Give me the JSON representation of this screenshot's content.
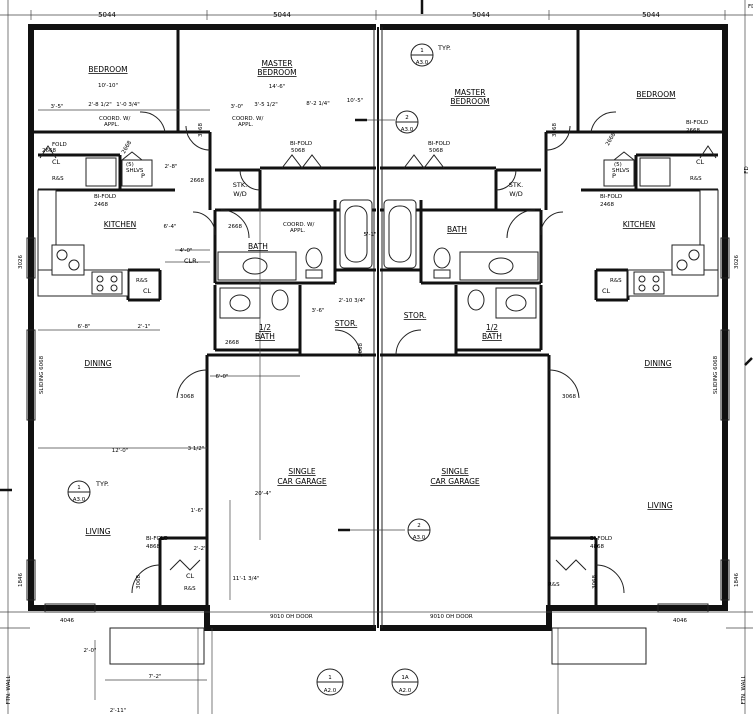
{
  "top_dims": [
    "5044",
    "5044",
    "5044",
    "5044"
  ],
  "rooms": {
    "bedroom_l": "BEDROOM",
    "master_l_1": "MASTER",
    "master_l_2": "BEDROOM",
    "master_r_1": "MASTER",
    "master_r_2": "BEDROOM",
    "bedroom_r": "BEDROOM",
    "kitchen_l": "KITCHEN",
    "kitchen_r": "KITCHEN",
    "bath_l": "BATH",
    "bath_r": "BATH",
    "half_bath_l_1": "1/2",
    "half_bath_l_2": "BATH",
    "half_bath_r_1": "1/2",
    "half_bath_r_2": "BATH",
    "stor_l": "STOR.",
    "stor_r": "STOR.",
    "dining_l": "DINING",
    "dining_r": "DINING",
    "living_l": "LIVING",
    "living_r": "LIVING",
    "garage_l_1": "SINGLE",
    "garage_l_2": "CAR GARAGE",
    "garage_r_1": "SINGLE",
    "garage_r_2": "CAR GARAGE",
    "stk_l_1": "STK.",
    "stk_l_2": "W/D",
    "stk_r_1": "STK.",
    "stk_r_2": "W/D"
  },
  "labels": {
    "cl": "CL",
    "p": "P",
    "r_and_s": "R&S",
    "five_shlvs": "(5)",
    "shlvs": "SHLVS",
    "clr": "CLR.",
    "bifold": "BI-FOLD",
    "bifold_2668": "2668",
    "bifold_2468": "2468",
    "bifold_5068": "5068",
    "bifold_4868": "4868",
    "fold": "FOLD",
    "coord": "COORD. W/",
    "appl": "APPL.",
    "oh_door": "9010 OH DOOR",
    "sliding": "SLIDING 6068",
    "typ": "TYP.",
    "ftn_wall": "FTN. WALL",
    "fd": "FD"
  },
  "door_codes": {
    "d2668": "2668",
    "d3068": "3068",
    "d3026": "3026",
    "d4046": "4046",
    "d1846": "1846"
  },
  "dims": {
    "d10_10": "10'-10\"",
    "d14_6": "14'-6\"",
    "d3_5": "3'-5\"",
    "d2_8h": "2'-8 1/2\"",
    "d1_0": "1'-0 3/4\"",
    "d3_0": "3'-0\"",
    "d3_5b": "3'-5 1/2\"",
    "d8_2": "8'-2 1/4\"",
    "d10_5": "10'-5\"",
    "d4_0": "4'-0\"",
    "d2_8": "2'-8\"",
    "d6_4": "6'-4\"",
    "d6_8": "6'-8\"",
    "d2_1": "2'-1\"",
    "d6_0": "6'-0\"",
    "d12_0": "12'-0\"",
    "d3_half": "3 1/2\"",
    "d20_4": "20'-4\"",
    "d11_1": "11'-1 3/4\"",
    "d1_6": "1'-6\"",
    "d2_2": "2'-2\"",
    "d5_1": "5'-1\"",
    "d2_10": "2'-10 3/4\"",
    "d3_6": "3'-6\"",
    "d2_0": "2'-0\"",
    "d7_2": "7'-2\"",
    "d2_11": "2'-11\""
  },
  "section_marks": [
    {
      "num": "1",
      "sheet": "A3.0"
    },
    {
      "num": "2",
      "sheet": "A3.0"
    },
    {
      "num": "1",
      "sheet": "A3.0"
    },
    {
      "num": "2",
      "sheet": "A3.0"
    },
    {
      "num": "1",
      "sheet": "A2.0"
    },
    {
      "num": "1A",
      "sheet": "A2.0"
    }
  ]
}
